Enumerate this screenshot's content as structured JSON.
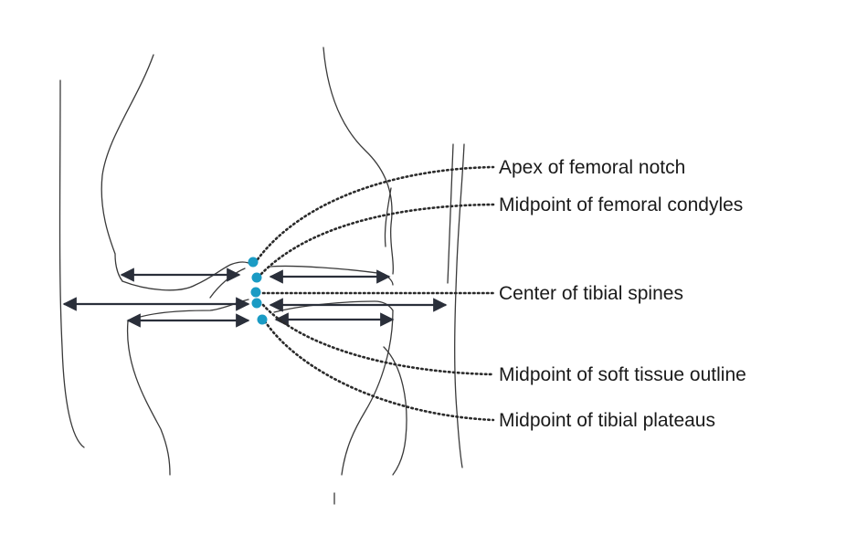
{
  "colors": {
    "landmark_dot": "#1a9bc4",
    "arrow": "#2a2f3a",
    "outline": "#3a3a3a"
  },
  "labels": {
    "apex_femoral_notch": "Apex of femoral notch",
    "midpoint_femoral_condyles": "Midpoint of femoral condyles",
    "center_tibial_spines": "Center of tibial spines",
    "midpoint_soft_tissue": "Midpoint of soft tissue outline",
    "midpoint_tibial_plateaus": "Midpoint of tibial plateaus"
  }
}
